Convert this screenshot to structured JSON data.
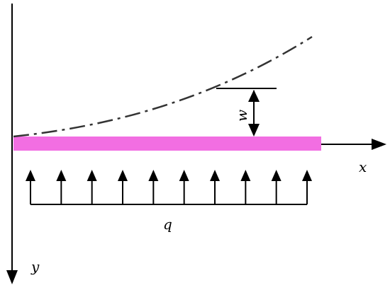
{
  "labels": {
    "x_axis": "x",
    "y_axis": "y",
    "deflection": "w",
    "load": "q"
  },
  "colors": {
    "beam": "#f26ee2",
    "axes": "#000000",
    "deflection_curve": "#333333",
    "load_arrows": "#000000"
  },
  "load": {
    "arrow_count": 10
  }
}
